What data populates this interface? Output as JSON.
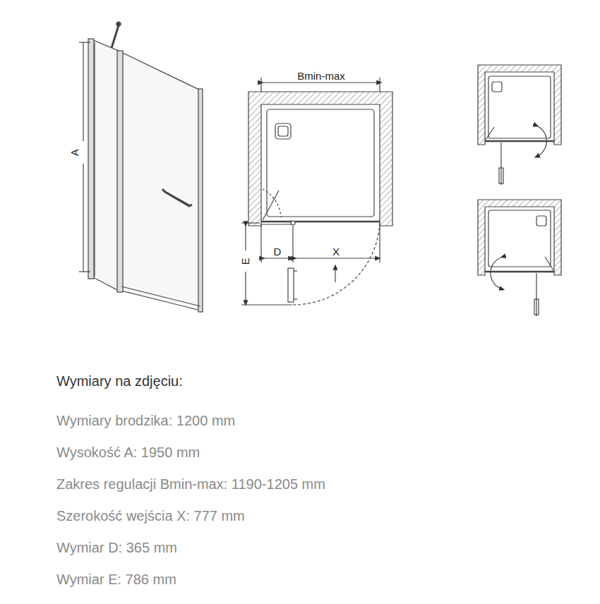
{
  "diagram": {
    "title": "Wymiary na zdjęciu:",
    "labels": [
      "A",
      "Bmin-max",
      "D",
      "X",
      "E",
      "Wymiary brodzika: 1200 mm",
      "Wysokość A: 1950 mm",
      "Zakres regulacji Bmin-max: 1190-1205 mm",
      "Szerokość wejścia X: 777 mm",
      "Wymiar D: 365 mm",
      "Wymiar E: 786 mm"
    ]
  }
}
